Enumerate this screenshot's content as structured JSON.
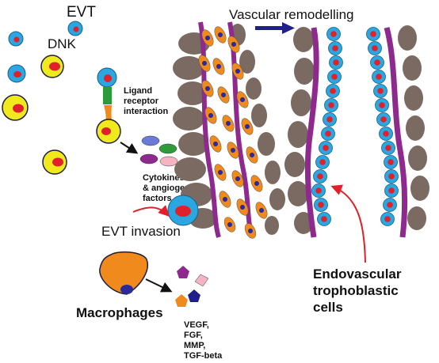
{
  "labels": {
    "evt": "EVT",
    "dnk": "DNK",
    "ligand_line1": "Ligand",
    "ligand_line2": "receptor",
    "ligand_line3": "interaction",
    "cytokines_line1": "Cytokines",
    "cytokines_line2": "& angiogenic",
    "cytokines_line3": "factors",
    "evt_invasion": "EVT invasion",
    "macrophages": "Macrophages",
    "factors_line1": "VEGF,",
    "factors_line2": "FGF,",
    "factors_line3": "MMP,",
    "factors_line4": "TGF-beta",
    "vascular_remodelling": "Vascular remodelling",
    "endo_line1": "Endovascular",
    "endo_line2": "trophoblastic",
    "endo_line3": "cells"
  },
  "colors": {
    "evt_outer": "#2aa7e0",
    "evt_inner": "#e0202a",
    "dnk_outer": "#f0ea1c",
    "dnk_inner": "#e0202a",
    "stromal": "#7a6a62",
    "vessel_wall": "#8e2a8e",
    "orange_cell": "#f08a1c",
    "nucleus_blue": "#2a2a9a",
    "arrow_blue": "#20208a",
    "arrow_red": "#e0202a",
    "receptor_green": "#2e9a3c"
  }
}
